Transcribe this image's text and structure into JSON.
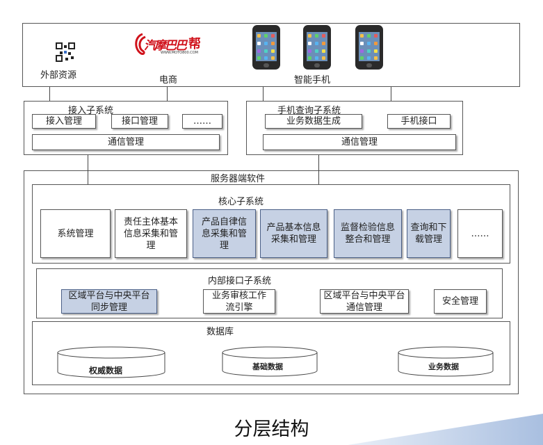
{
  "external": {
    "items": [
      "外部资源",
      "电商",
      "智能手机"
    ],
    "logo_text": "汽摩巴巴",
    "logo_mark": "帮",
    "logo_url": "WWW.MOTO800.COM"
  },
  "access_subsystem": {
    "title": "接入子系统",
    "modules": [
      "接入管理",
      "接口管理",
      "……"
    ],
    "comm": "通信管理"
  },
  "phone_subsystem": {
    "title": "手机查询子系统",
    "modules": [
      "业务数据生成",
      "手机接口"
    ],
    "comm": "通信管理"
  },
  "server": {
    "title": "服务器端软件",
    "core": {
      "title": "核心子系统",
      "modules": [
        "系统管理",
        "责任主体基本信息采集和管理",
        "产品自律信息采集和管理",
        "产品基本信息采集和管理",
        "监督检验信息整合和管理",
        "查询和下载管理",
        "……"
      ]
    },
    "internal": {
      "title": "内部接口子系统",
      "modules": [
        "区域平台与中央平台同步管理",
        "业务审核工作流引擎",
        "区域平台与中央平台通信管理",
        "安全管理"
      ]
    },
    "database": {
      "title": "数据库",
      "stores": [
        "权威数据",
        "基础数据",
        "业务数据"
      ]
    }
  },
  "caption": "分层结构",
  "colors": {
    "highlight": "#c6d1e4",
    "accent_band": "#b7c9e6"
  }
}
